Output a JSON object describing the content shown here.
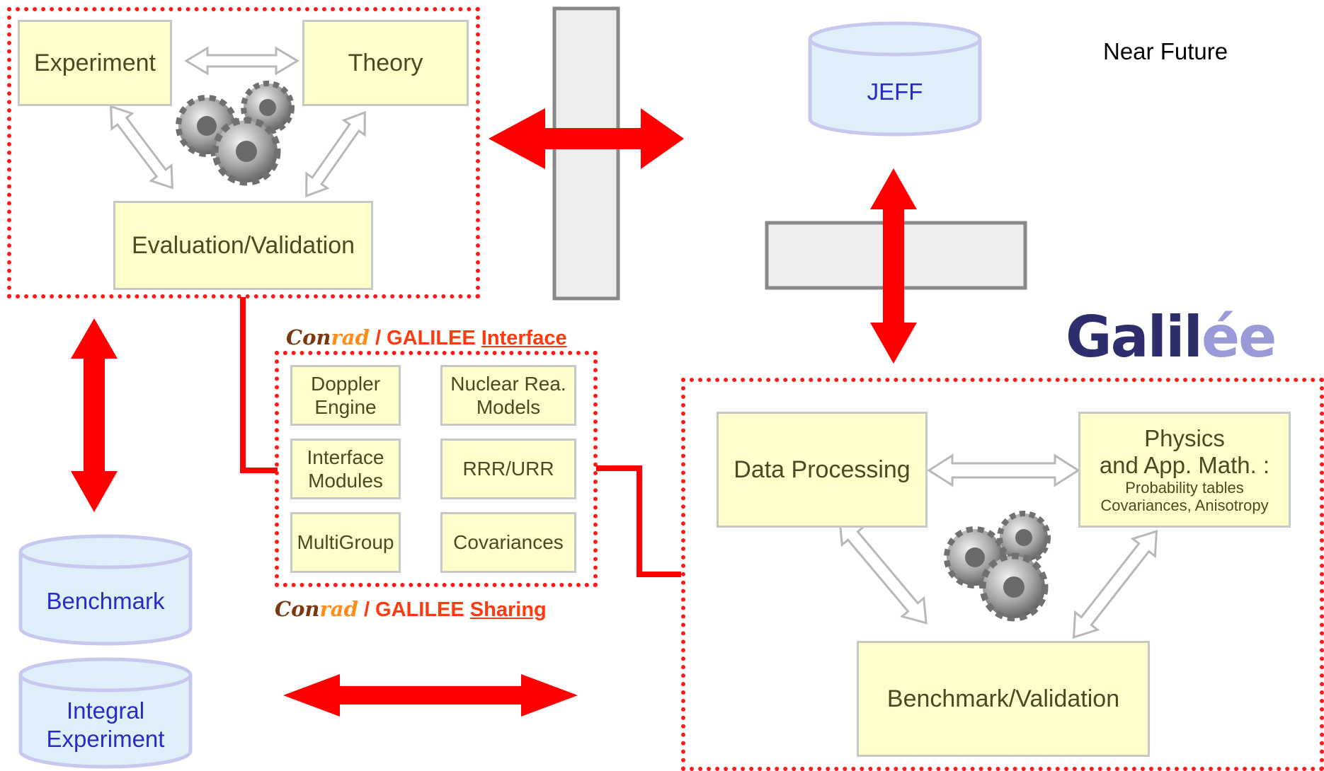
{
  "title": "Near Future",
  "top_block": {
    "experiment": "Experiment",
    "theory": "Theory",
    "evaluation": "Evaluation/Validation"
  },
  "jeff": "JEFF",
  "galilee_logo": "Galilée",
  "interface": {
    "conrad_word": "Conrad",
    "interface_label": "/ GALILEE",
    "interface_link": "Interface",
    "sharing_label": "/ GALILEE",
    "sharing_link": "Sharing",
    "modules": {
      "doppler_1": "Doppler",
      "doppler_2": "Engine",
      "nuclear_1": "Nuclear Rea.",
      "nuclear_2": "Models",
      "interface_1": "Interface",
      "interface_2": "Modules",
      "rrr": "RRR/URR",
      "multigroup": "MultiGroup",
      "covariances": "Covariances"
    }
  },
  "galilee_block": {
    "data_processing": "Data Processing",
    "physics_1": "Physics",
    "physics_2": "and App. Math. :",
    "physics_3": "Probability tables",
    "physics_4": "Covariances, Anisotropy",
    "benchmark_validation": "Benchmark/Validation"
  },
  "databases": {
    "benchmark": "Benchmark",
    "integral_1": "Integral",
    "integral_2": "Experiment"
  },
  "colors": {
    "arrow_red": "#ff0000",
    "box_fill": "#ffffcc",
    "cylinder_fill": "#dff0fb",
    "cylinder_stroke": "#c8c8ee",
    "dotted_border": "#ff1a1a",
    "galilee_dark": "#2e2e6e",
    "galilee_light": "#9a9ad8"
  }
}
